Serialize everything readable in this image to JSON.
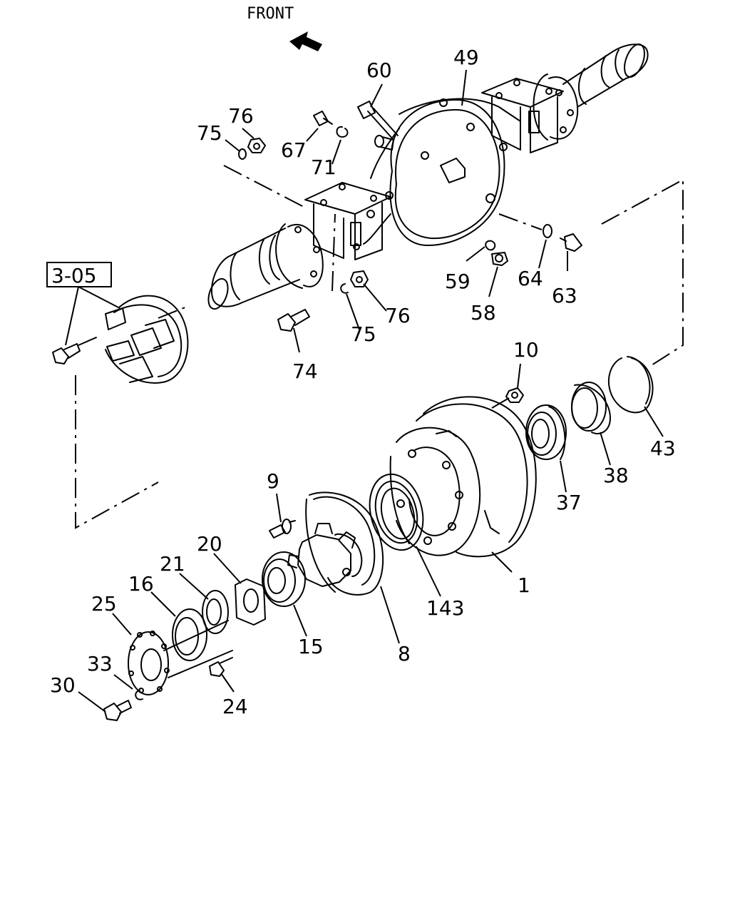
{
  "header": {
    "front_label": "FRONT"
  },
  "reference": {
    "label": "3-05"
  },
  "callouts": [
    "60",
    "49",
    "76",
    "75",
    "67",
    "71",
    "59",
    "64",
    "63",
    "58",
    "76",
    "75",
    "74",
    "10",
    "9",
    "43",
    "38",
    "37",
    "20",
    "21",
    "16",
    "25",
    "33",
    "30",
    "1",
    "143",
    "15",
    "8",
    "24"
  ]
}
